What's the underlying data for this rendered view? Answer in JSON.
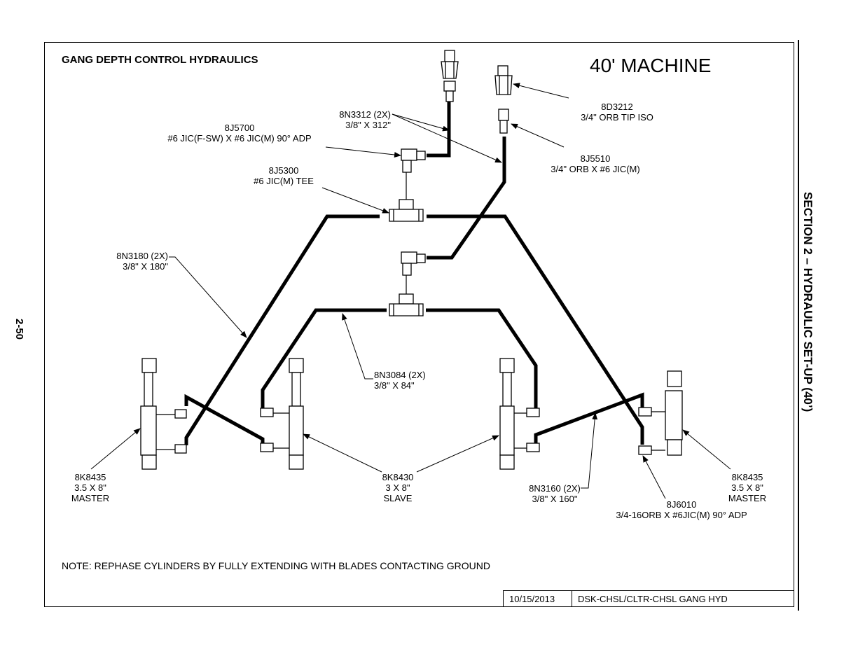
{
  "header": {
    "title": "GANG DEPTH CONTROL HYDRAULICS",
    "machine": "40' MACHINE"
  },
  "page_number": "2-50",
  "section_title": "SECTION 2 – HYDRAULIC SET-UP (40’)",
  "labels": {
    "hose_8n3312": {
      "part": "8N3312 (2X)",
      "desc": "3/8\" X 312\""
    },
    "fitting_8j5700": {
      "part": "8J5700",
      "desc": "#6 JIC(F-SW) X #6 JIC(M) 90° ADP"
    },
    "tee_8j5300": {
      "part": "8J5300",
      "desc": "#6 JIC(M) TEE"
    },
    "tip_8d3212": {
      "part": "8D3212",
      "desc": "3/4\" ORB TIP ISO"
    },
    "adapter_8j5510": {
      "part": "8J5510",
      "desc": "3/4\" ORB X #6 JIC(M)"
    },
    "hose_8n3180": {
      "part": "8N3180 (2X)",
      "desc": "3/8\" X 180\""
    },
    "hose_8n3084": {
      "part": "8N3084 (2X)",
      "desc": "3/8\" X 84\""
    },
    "cyl_left": {
      "part": "8K8435",
      "size": "3.5 X 8\"",
      "role": "MASTER"
    },
    "cyl_slave": {
      "part": "8K8430",
      "size": "3 X 8\"",
      "role": "SLAVE"
    },
    "hose_8n3160": {
      "part": "8N3160 (2X)",
      "desc": "3/8\" X 160\""
    },
    "adapter_8j6010": {
      "part": "8J6010",
      "desc": "3/4-16ORB X #6JIC(M) 90° ADP"
    },
    "cyl_right": {
      "part": "8K8435",
      "size": "3.5 X 8\"",
      "role": "MASTER"
    }
  },
  "note": "NOTE:  REPHASE CYLINDERS BY FULLY EXTENDING WITH BLADES CONTACTING GROUND",
  "title_block": {
    "date": "10/15/2013",
    "drawing": "DSK-CHSL/CLTR-CHSL GANG HYD"
  }
}
